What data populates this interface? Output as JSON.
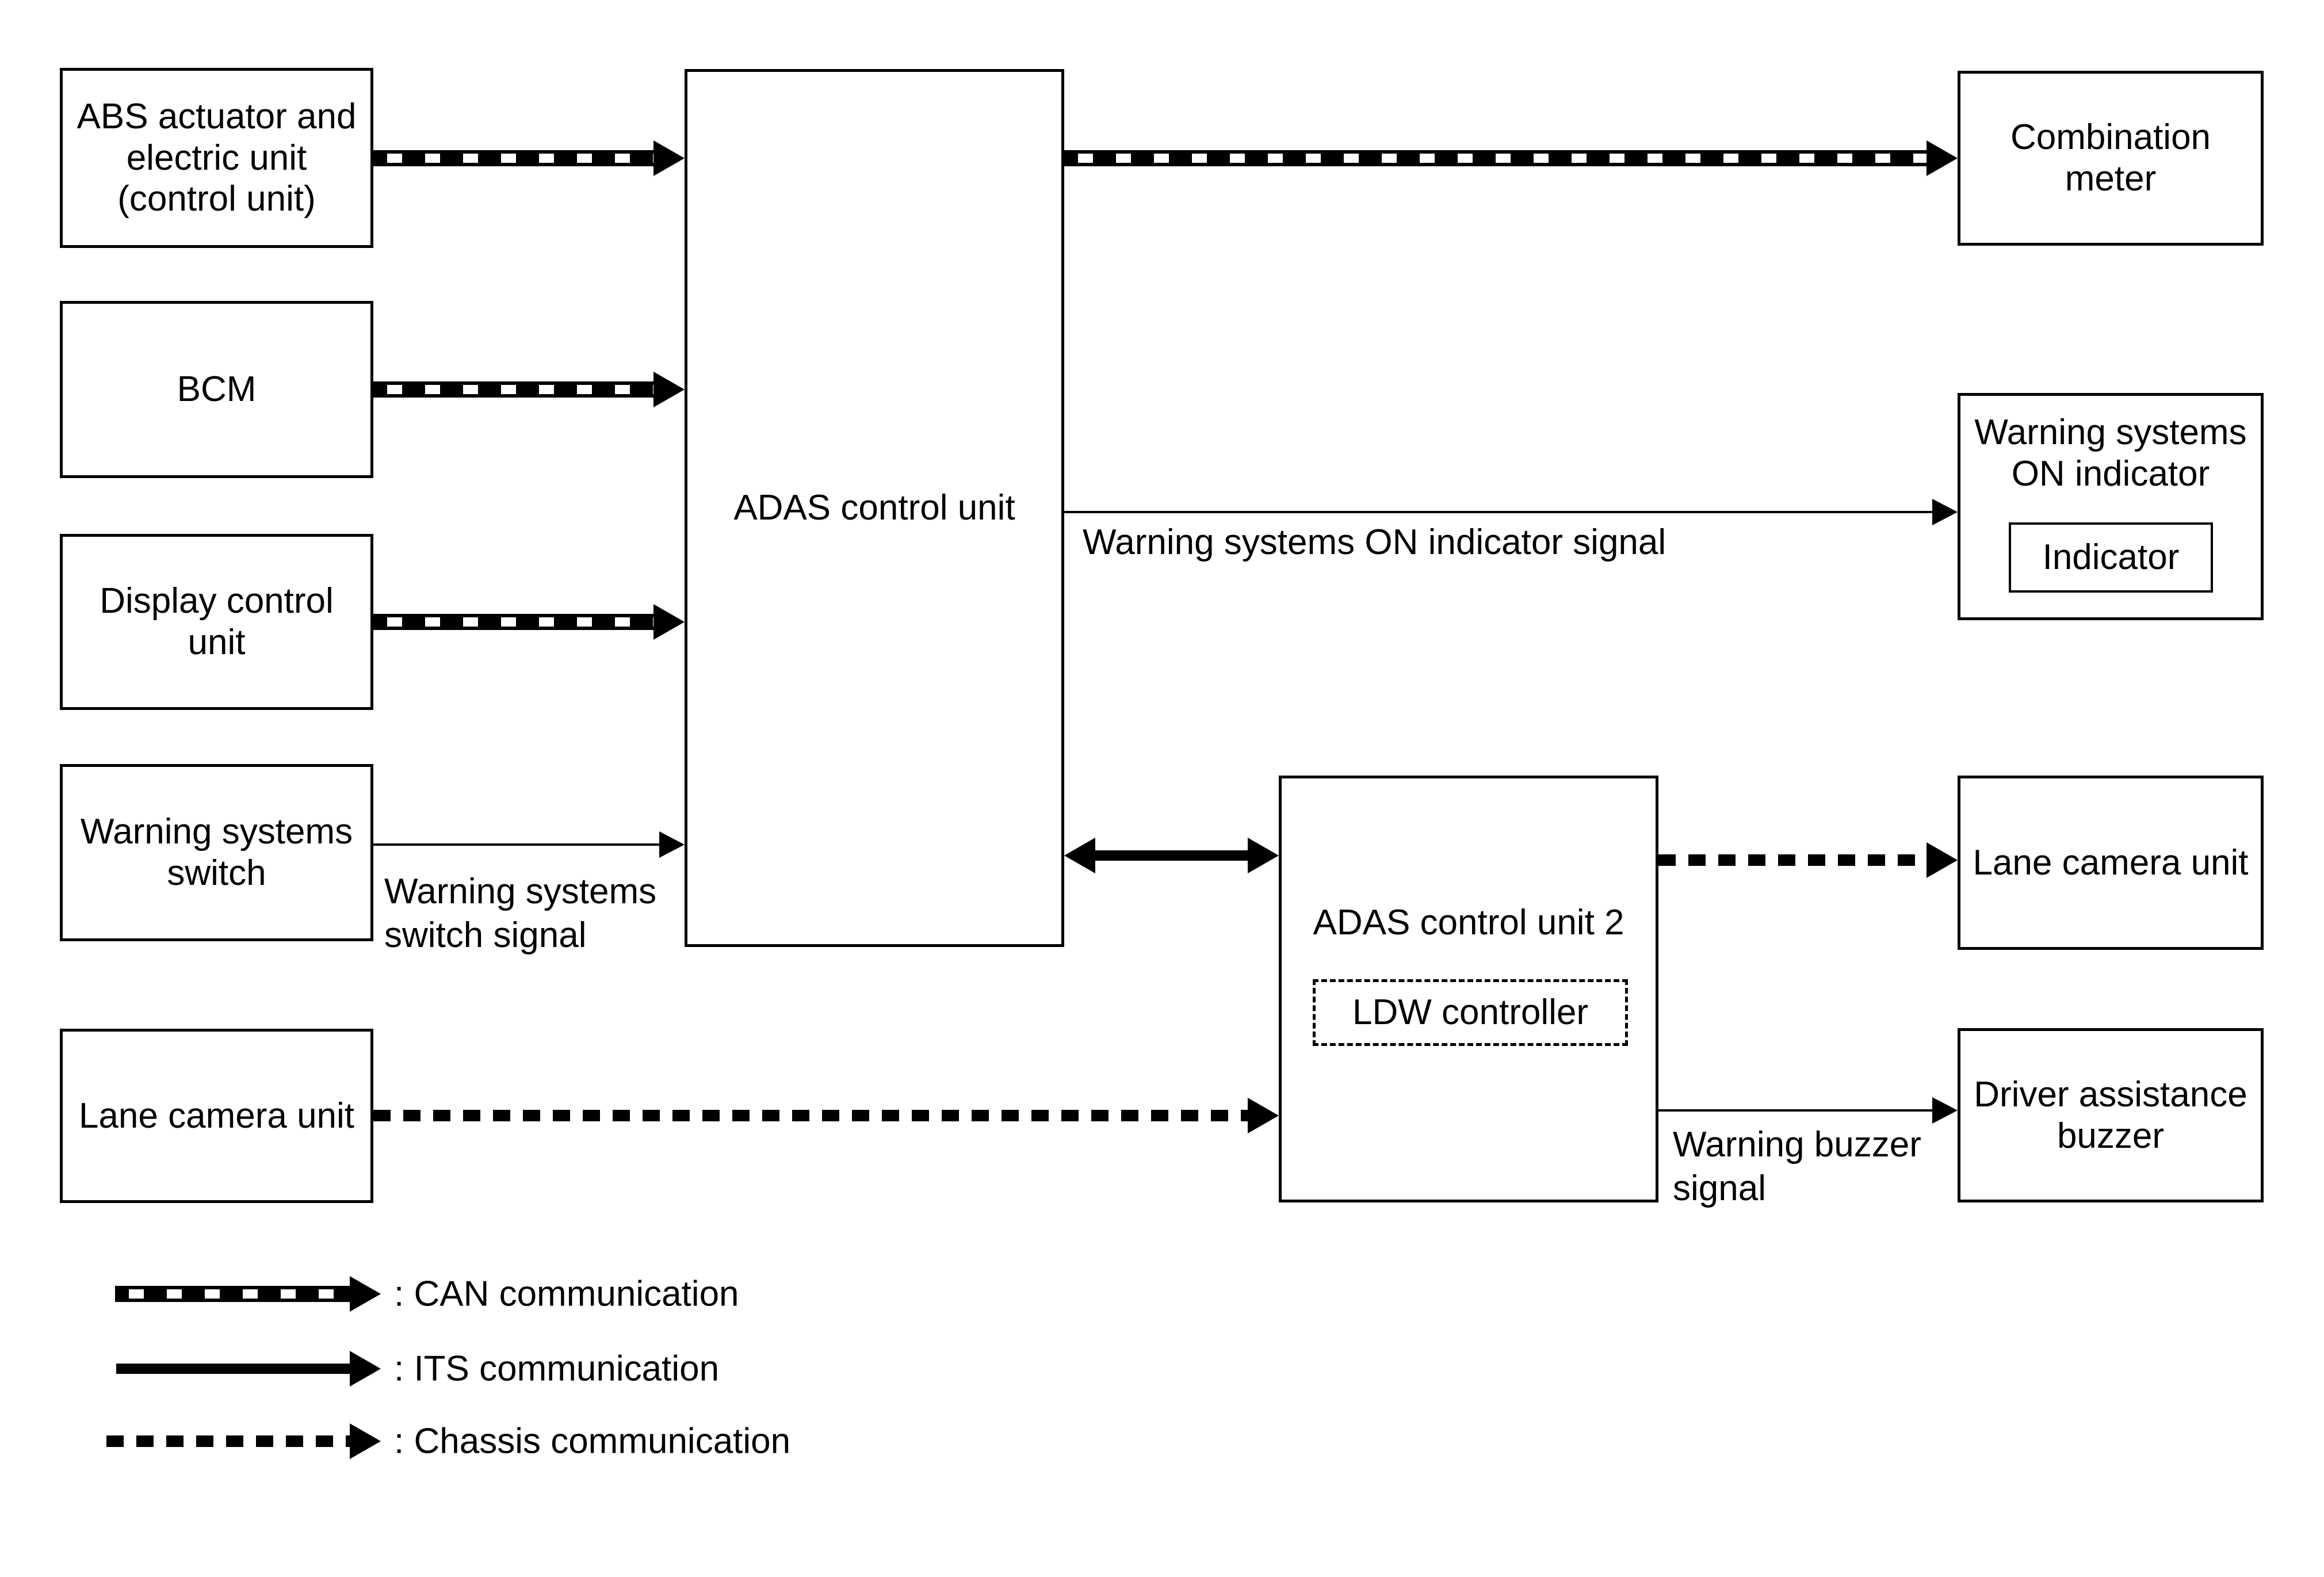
{
  "diagram": {
    "nodes": {
      "abs_actuator": {
        "lines": [
          "ABS actuator and",
          "electric unit",
          "(control unit)"
        ]
      },
      "bcm": {
        "lines": [
          "BCM"
        ]
      },
      "display_control_unit": {
        "lines": [
          "Display control",
          "unit"
        ]
      },
      "warning_systems_switch": {
        "lines": [
          "Warning systems",
          "switch"
        ]
      },
      "lane_camera_unit_left": {
        "lines": [
          "Lane camera unit"
        ]
      },
      "adas_control_unit": {
        "lines": [
          "ADAS control unit"
        ]
      },
      "adas_control_unit_2": {
        "label": "ADAS control unit 2",
        "sub_label": "LDW controller"
      },
      "combination_meter": {
        "lines": [
          "Combination",
          "meter"
        ]
      },
      "warning_systems_on_indicator": {
        "lines": [
          "Warning systems",
          "ON indicator"
        ],
        "inner_label": "Indicator"
      },
      "lane_camera_unit_right": {
        "lines": [
          "Lane camera unit"
        ]
      },
      "driver_assistance_buzzer": {
        "lines": [
          "Driver assistance",
          "buzzer"
        ]
      }
    },
    "signal_labels": {
      "switch_signal": {
        "lines": [
          "Warning systems",
          "switch signal"
        ]
      },
      "on_indicator_signal": {
        "lines": [
          "Warning systems ON indicator signal"
        ]
      },
      "buzzer_signal": {
        "lines": [
          "Warning buzzer",
          "signal"
        ]
      }
    },
    "legend": {
      "items": [
        {
          "key": "can",
          "label": ": CAN communication"
        },
        {
          "key": "its",
          "label": ": ITS communication"
        },
        {
          "key": "chassis",
          "label": ": Chassis communication"
        }
      ]
    },
    "colors": {
      "line": "#000000",
      "background": "#ffffff"
    }
  }
}
